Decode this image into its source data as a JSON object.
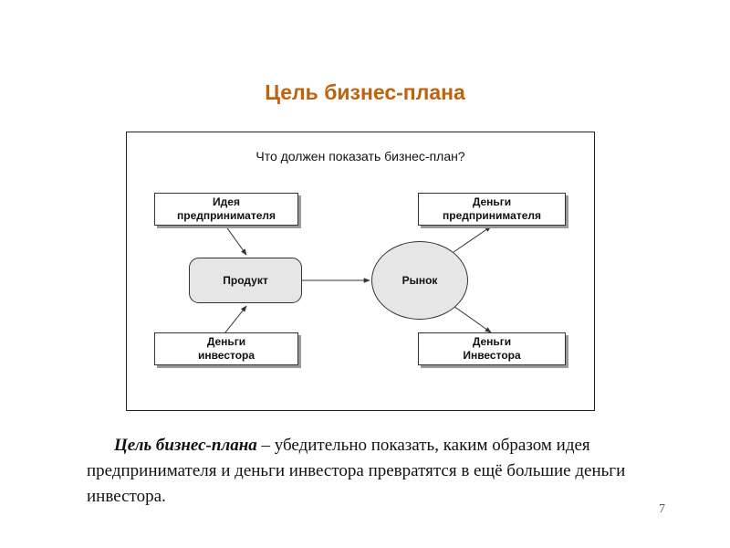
{
  "slide": {
    "title": "Цель бизнес-плана",
    "page_number": "7"
  },
  "diagram": {
    "question": "Что должен показать бизнес-план?",
    "idea_box": "Идея\nпредпринимателя",
    "investor_money_box": "Деньги\nинвестора",
    "product": "Продукт",
    "market": "Рынок",
    "entrepreneur_money_box": "Деньги\nпредпринимателя",
    "investor_money_out_box": "Деньги\nИнвестора"
  },
  "text": {
    "lead": "Цель бизнес-плана",
    "body": " – убедительно показать, каким образом идея предпринимателя и деньги инвестора превратятся в ещё большие деньги инвестора."
  }
}
